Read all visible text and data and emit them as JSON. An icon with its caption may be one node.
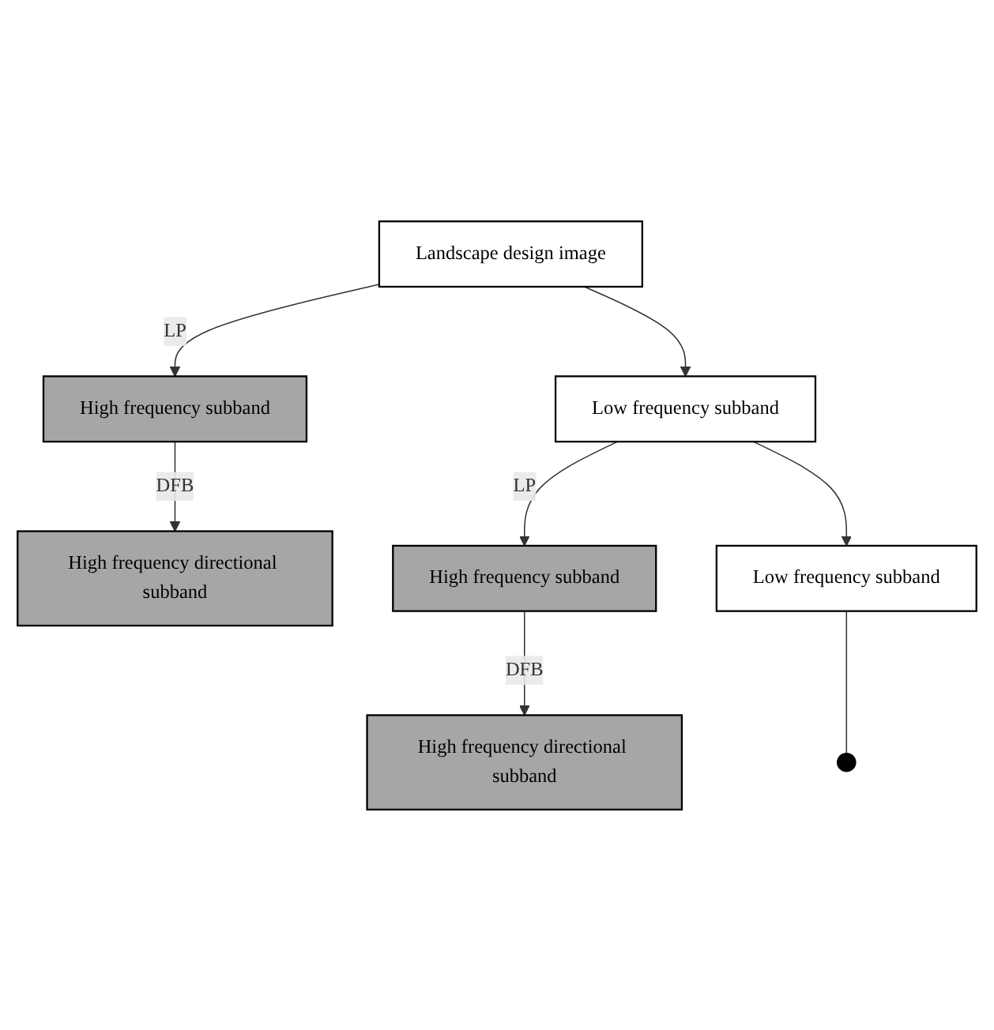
{
  "diagram": {
    "nodes": [
      {
        "text": [
          "Landscape design image"
        ]
      },
      {
        "text": [
          "High frequency subband"
        ]
      },
      {
        "text": [
          "Low frequency subband"
        ]
      },
      {
        "text": [
          "High frequency directional subband"
        ]
      },
      {
        "text": [
          "High frequency subband"
        ]
      },
      {
        "text": [
          "Low frequency subband"
        ]
      },
      {
        "text": [
          "High frequency directional subband"
        ]
      },
      {
        "text": [],
        "shape": "circle"
      }
    ],
    "edges": [
      {
        "from": 0,
        "to": 1,
        "arrow": "to",
        "label": "LP"
      },
      {
        "from": 0,
        "to": 2,
        "arrow": "to"
      },
      {
        "from": 1,
        "to": 3,
        "arrow": "to",
        "label": "DFB"
      },
      {
        "from": 2,
        "to": 4,
        "arrow": "to",
        "label": "LP"
      },
      {
        "from": 2,
        "to": 5,
        "arrow": "to"
      },
      {
        "from": 4,
        "to": 6,
        "arrow": "to",
        "label": "DFB"
      },
      {
        "from": 5,
        "to": 7,
        "arrow": "none"
      }
    ]
  }
}
